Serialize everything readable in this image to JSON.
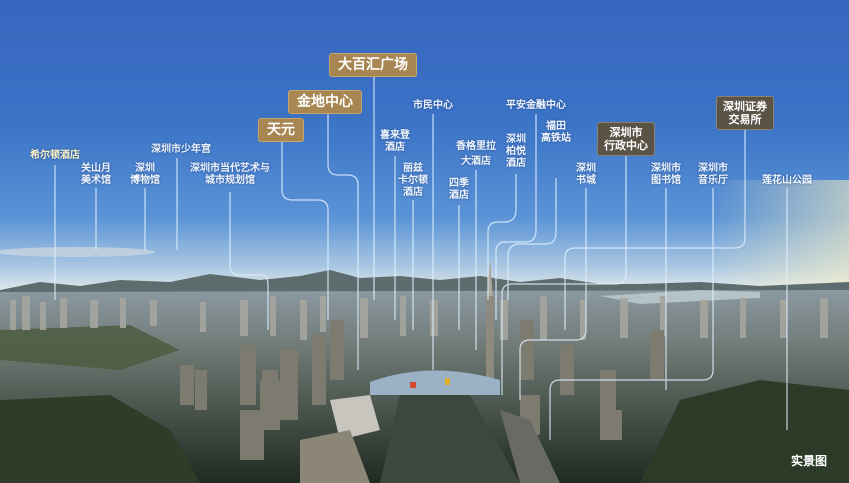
{
  "image": {
    "type": "aerial-cityscape-with-landmark-labels",
    "caption": "实景图"
  },
  "colors": {
    "sky_top": "#3a68c0",
    "sky_horizon": "#d8e4ec",
    "gold_tag": "#a88651",
    "dark_tag": "#5a5346",
    "label_text": "#eef6ff",
    "leader_line": "#dff0ff"
  },
  "highlighted_labels": [
    {
      "id": "dabaihui",
      "text": "大百汇广场",
      "style": "gold"
    },
    {
      "id": "jindi",
      "text": "金地中心",
      "style": "gold"
    },
    {
      "id": "tianyuan",
      "text": "天元",
      "style": "gold"
    },
    {
      "id": "xingzheng",
      "text_lines": [
        "深圳市",
        "行政中心"
      ],
      "style": "dark"
    },
    {
      "id": "zhengquan",
      "text_lines": [
        "深圳证券",
        "交易所"
      ],
      "style": "dark"
    }
  ],
  "labels": [
    {
      "id": "hilton",
      "text_lines": [
        "希尔顿酒店"
      ]
    },
    {
      "id": "guanshanyue",
      "text_lines": [
        "关山月",
        "美术馆"
      ]
    },
    {
      "id": "museum",
      "text_lines": [
        "深圳",
        "博物馆"
      ]
    },
    {
      "id": "youth_palace",
      "text_lines": [
        "深圳市少年宫"
      ]
    },
    {
      "id": "moca",
      "text_lines": [
        "深圳市当代艺术与",
        "城市规划馆"
      ]
    },
    {
      "id": "sheraton",
      "text_lines": [
        "喜来登",
        "酒店"
      ]
    },
    {
      "id": "ritz",
      "text_lines": [
        "丽兹",
        "卡尔顿",
        "酒店"
      ]
    },
    {
      "id": "civic_center",
      "text_lines": [
        "市民中心"
      ]
    },
    {
      "id": "shangrila",
      "text_lines": [
        "香格里拉",
        "大酒店"
      ]
    },
    {
      "id": "four_seasons",
      "text_lines": [
        "四季",
        "酒店"
      ]
    },
    {
      "id": "park_hyatt",
      "text_lines": [
        "深圳",
        "柏悦",
        "酒店"
      ]
    },
    {
      "id": "ping_an",
      "text_lines": [
        "平安金融中心"
      ]
    },
    {
      "id": "futian_station",
      "text_lines": [
        "福田",
        "高铁站"
      ]
    },
    {
      "id": "book_city",
      "text_lines": [
        "深圳",
        "书城"
      ]
    },
    {
      "id": "library",
      "text_lines": [
        "深圳市",
        "图书馆"
      ]
    },
    {
      "id": "concert_hall",
      "text_lines": [
        "深圳市",
        "音乐厅"
      ]
    },
    {
      "id": "lianhuashan",
      "text_lines": [
        "莲花山公园"
      ]
    }
  ]
}
